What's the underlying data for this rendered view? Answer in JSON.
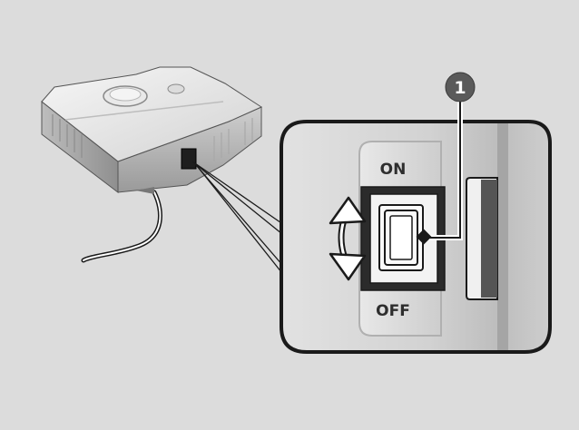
{
  "colors": {
    "background": "#dcdcdc",
    "panel": "#d6d6d6",
    "outline": "#1a1a1a",
    "callout_badge": "#5a5a5a",
    "callout_text": "#ffffff",
    "label_text": "#2e2e2e"
  },
  "device": {
    "icons": [
      "compressor-body-icon",
      "power-cord-icon",
      "switch-slot-icon"
    ]
  },
  "inset": {
    "switch": {
      "on_label": "ON",
      "off_label": "OFF",
      "rocker_icon": "rocker-switch-icon",
      "direction_icon": "double-arrow-icon"
    },
    "callout": {
      "number": "1"
    }
  }
}
